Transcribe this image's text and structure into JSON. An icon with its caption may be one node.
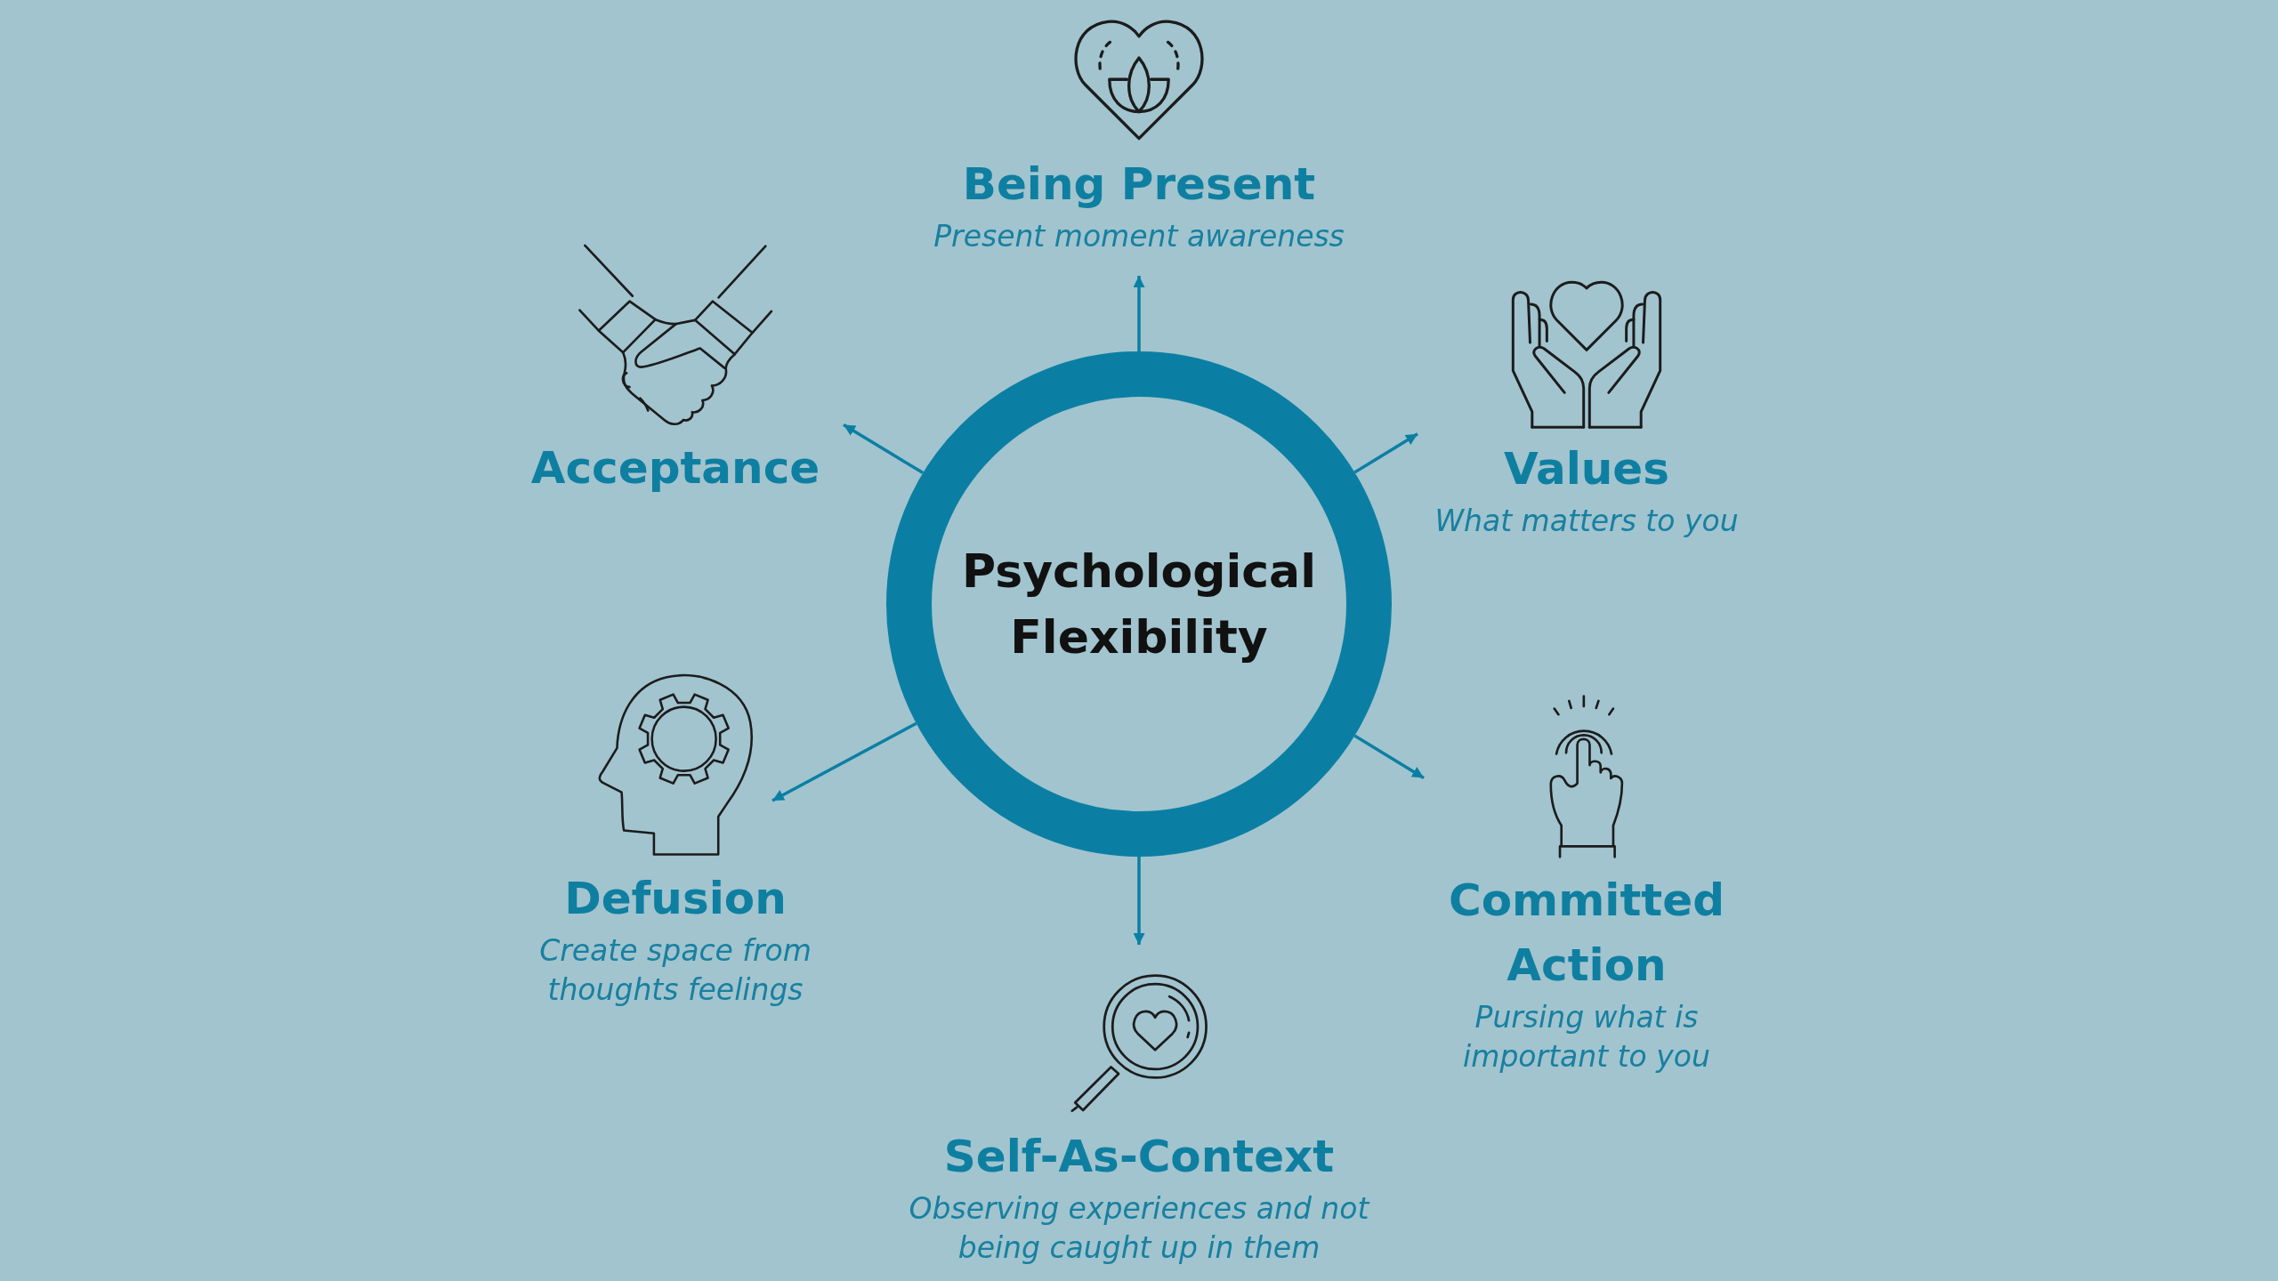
{
  "diagram": {
    "nodes": [
      {
        "text": [
          "Psychological Flexibility"
        ]
      },
      {
        "text": [
          "Being Present",
          "Present moment awareness"
        ]
      },
      {
        "text": [
          "Acceptance"
        ]
      },
      {
        "text": [
          "Values",
          "What matters to you"
        ]
      },
      {
        "text": [
          "Defusion",
          "Create space from thoughts feelings"
        ]
      },
      {
        "text": [
          "Committed Action",
          "Pursing what is important to you"
        ]
      },
      {
        "text": [
          "Self-As-Context",
          "Observing experiences and not being caught up in them"
        ]
      }
    ],
    "edges": [
      {
        "from": 0,
        "to": 1,
        "arrow": "to"
      },
      {
        "from": 0,
        "to": 2,
        "arrow": "to"
      },
      {
        "from": 0,
        "to": 3,
        "arrow": "to"
      },
      {
        "from": 0,
        "to": 4,
        "arrow": "to"
      },
      {
        "from": 0,
        "to": 5,
        "arrow": "to"
      },
      {
        "from": 0,
        "to": 6,
        "arrow": "to"
      }
    ]
  }
}
